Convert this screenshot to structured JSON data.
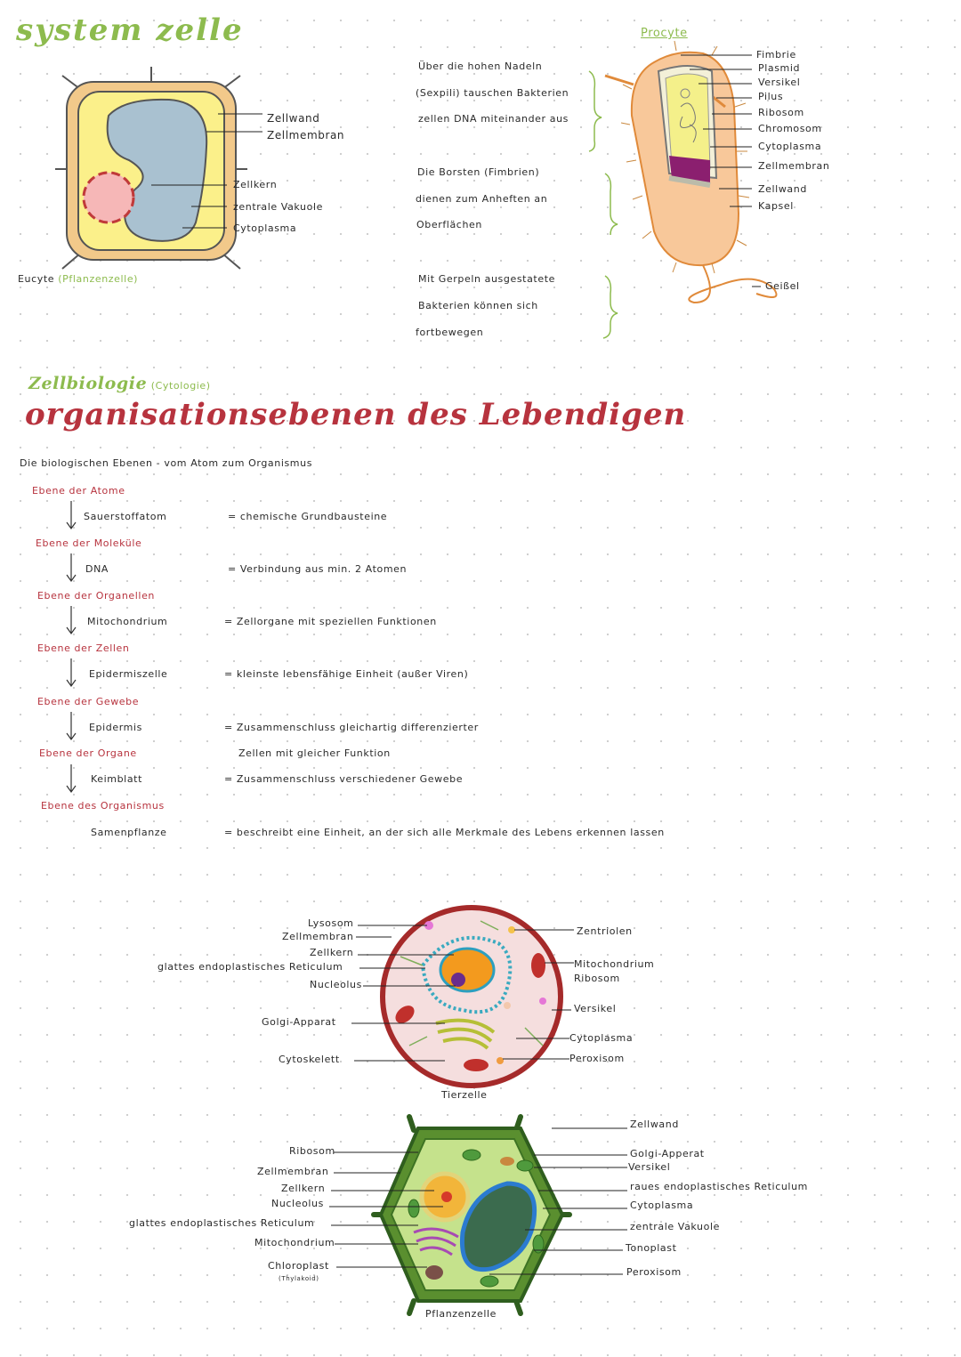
{
  "page": {
    "title": "system zelle",
    "prokaryote_title": "Procyte"
  },
  "plant_cell_1": {
    "caption_main": "Eucyte",
    "caption_sub": "(Pflanzenzelle)",
    "labels": [
      "Zellwand",
      "Zellmembran",
      "Zellkern",
      "zentrale Vakuole",
      "Cytoplasma"
    ]
  },
  "bacteria": {
    "labels": [
      "Fimbrie",
      "Plasmid",
      "Versikel",
      "Pilus",
      "Ribosom",
      "Chromosom",
      "Cytoplasma",
      "Zellmembran",
      "Zellwand",
      "Kapsel",
      "Geißel"
    ],
    "note1": [
      "Über die hohen Nadeln",
      "(Sexpili) tauschen Bakterien",
      "zellen DNA miteinander aus"
    ],
    "note2": [
      "Die Borsten (Fimbrien)",
      "dienen zum Anheften an",
      "Oberflächen"
    ],
    "note3": [
      "Mit Gerpeln ausgestatete",
      "Bakterien können sich",
      "fortbewegen"
    ]
  },
  "organisation": {
    "subtitle": "Zellbiologie",
    "subtitle_paren": "(Cytologie)",
    "title": "organisationsebenen des Lebendigen",
    "intro": "Die biologischen Ebenen - vom Atom zum Organismus",
    "levels": [
      {
        "level": "Ebene der Atome",
        "example": "Sauerstoffatom",
        "desc": "= chemische Grundbausteine"
      },
      {
        "level": "Ebene der Moleküle",
        "example": "DNA",
        "desc": "= Verbindung aus min. 2 Atomen"
      },
      {
        "level": "Ebene der Organellen",
        "example": "Mitochondrium",
        "desc": "= Zellorgane mit speziellen Funktionen"
      },
      {
        "level": "Ebene der Zellen",
        "example": "Epidermiszelle",
        "desc": "= kleinste lebensfähige Einheit (außer Viren)"
      },
      {
        "level": "Ebene der Gewebe",
        "example": "Epidermis",
        "desc": "= Zusammenschluss gleichartig differenzierter"
      },
      {
        "level": "Ebene der Organe",
        "example": "Keimblatt",
        "desc": "= Zusammenschluss verschiedener Gewebe"
      },
      {
        "level": "Ebene des Organismus",
        "example": "Samenpflanze",
        "desc": "= beschreibt eine Einheit, an der sich alle Merkmale des Lebens erkennen lassen"
      }
    ],
    "desc_cont": "Zellen mit gleicher Funktion"
  },
  "animal_cell": {
    "caption": "Tierzelle",
    "left_labels": [
      "Lysosom",
      "Zellmembran",
      "Zellkern",
      "glattes endoplastisches Reticulum",
      "Nucleolus",
      "Golgi-Apparat",
      "Cytoskelett"
    ],
    "right_labels": [
      "Zentriolen",
      "Mitochondrium",
      "Ribosom",
      "Versikel",
      "Cytoplasma",
      "Peroxisom"
    ]
  },
  "plant_cell_2": {
    "caption": "Pflanzenzelle",
    "left_labels": [
      "Ribosom",
      "Zellmembran",
      "Zellkern",
      "Nucleolus",
      "glattes endoplastisches Reticulum",
      "Mitochondrium",
      "Chloroplast"
    ],
    "left_sub": "(Thylakoid)",
    "right_labels": [
      "Zellwand",
      "Golgi-Apperat",
      "Versikel",
      "raues endoplastisches Reticulum",
      "Cytoplasma",
      "zentrale Vakuole",
      "Tonoplast",
      "Peroxisom"
    ]
  },
  "colors": {
    "green": "#8dbb4e",
    "red": "#b7333e",
    "cell_wall": "#f2c98a",
    "cytoplasm": "#fbf08a",
    "vacuole": "#a9c1d0"
  }
}
